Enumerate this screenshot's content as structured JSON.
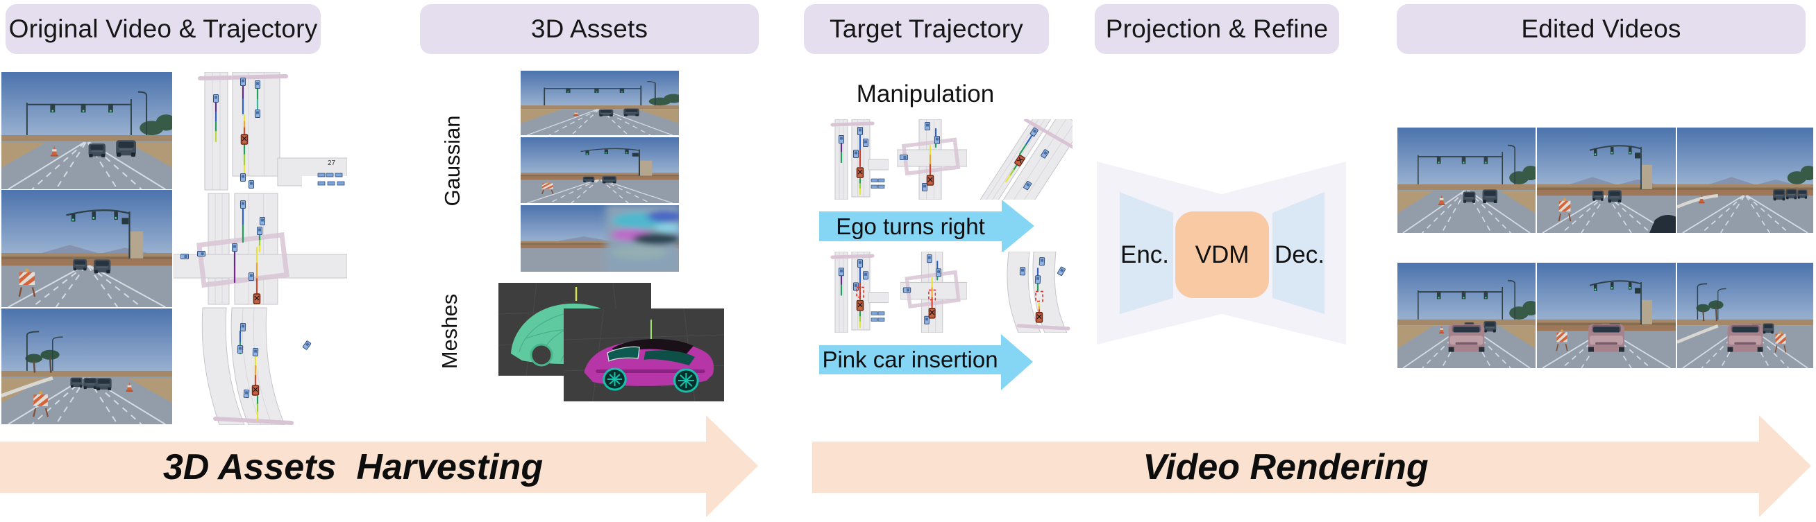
{
  "headers": {
    "original": "Original Video & Trajectory",
    "assets": "3D Assets",
    "target": "Target Trajectory",
    "projection": "Projection & Refine",
    "edited": "Edited Videos"
  },
  "assets_panel": {
    "gaussian_label": "Gaussian",
    "meshes_label": "Meshes"
  },
  "target_panel": {
    "manipulation_label": "Manipulation",
    "ego_arrow_label": "Ego turns right",
    "insertion_arrow_label": "Pink car insertion"
  },
  "projection_panel": {
    "encoder_label": "Enc.",
    "vdm_label": "VDM",
    "decoder_label": "Dec."
  },
  "stage_arrows": {
    "harvesting_label": "3D Assets  Harvesting",
    "rendering_label": "Video Rendering"
  },
  "bev_map": {
    "tiny_label": "27"
  },
  "colors": {
    "header_bg": "#E5DEEF",
    "stage_arrow": "#FBE2D0",
    "cyan_arrow": "#85D6F5",
    "vdm_box": "#F8C9A3",
    "enc_dec": "#DAE7F4",
    "bowtie_bg": "#F4F2F9",
    "text": "#161616"
  }
}
